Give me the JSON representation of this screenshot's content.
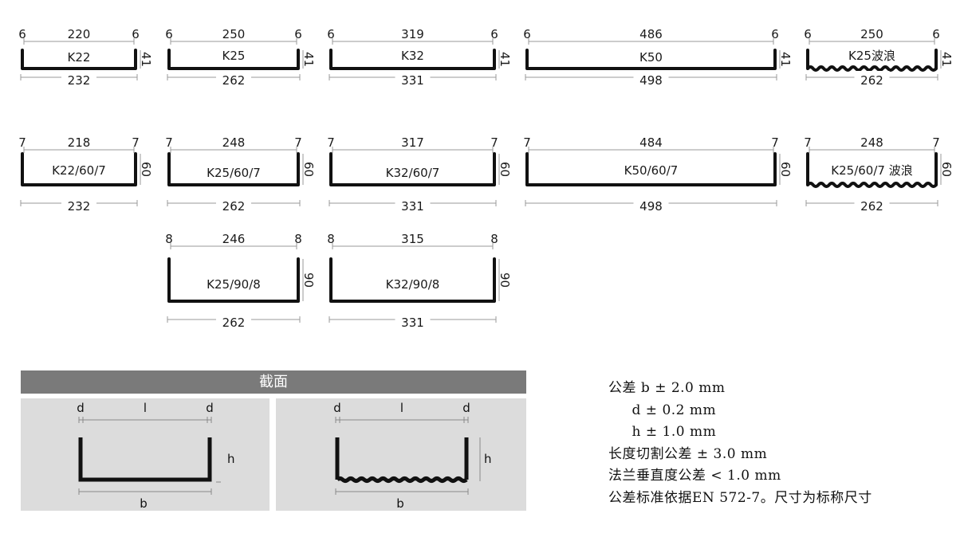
{
  "profiles": [
    {
      "name": "K22",
      "flange_left": "6",
      "flange_right": "6",
      "inner": "220",
      "outer": "232",
      "height": "41",
      "wavy": false
    },
    {
      "name": "K25",
      "flange_left": "6",
      "flange_right": "6",
      "inner": "250",
      "outer": "262",
      "height": "41",
      "wavy": false
    },
    {
      "name": "K32",
      "flange_left": "6",
      "flange_right": "6",
      "inner": "319",
      "outer": "331",
      "height": "41",
      "wavy": false
    },
    {
      "name": "K50",
      "flange_left": "6",
      "flange_right": "6",
      "inner": "486",
      "outer": "498",
      "height": "41",
      "wavy": false
    },
    {
      "name": "K25波浪",
      "flange_left": "6",
      "flange_right": "6",
      "inner": "250",
      "outer": "262",
      "height": "41",
      "wavy": true
    },
    {
      "name": "K22/60/7",
      "flange_left": "7",
      "flange_right": "7",
      "inner": "218",
      "outer": "232",
      "height": "60",
      "wavy": false
    },
    {
      "name": "K25/60/7",
      "flange_left": "7",
      "flange_right": "7",
      "inner": "248",
      "outer": "262",
      "height": "60",
      "wavy": false
    },
    {
      "name": "K32/60/7",
      "flange_left": "7",
      "flange_right": "7",
      "inner": "317",
      "outer": "331",
      "height": "60",
      "wavy": false
    },
    {
      "name": "K50/60/7",
      "flange_left": "7",
      "flange_right": "7",
      "inner": "484",
      "outer": "498",
      "height": "60",
      "wavy": false
    },
    {
      "name": "K25/60/7 波浪",
      "flange_left": "7",
      "flange_right": "7",
      "inner": "248",
      "outer": "262",
      "height": "60",
      "wavy": true
    },
    {
      "name": "K25/90/8",
      "flange_left": "8",
      "flange_right": "8",
      "inner": "246",
      "outer": "262",
      "height": "90",
      "wavy": false
    },
    {
      "name": "K32/90/8",
      "flange_left": "8",
      "flange_right": "8",
      "inner": "315",
      "outer": "331",
      "height": "90",
      "wavy": false
    }
  ],
  "section": {
    "title": "截面",
    "symbols": {
      "d": "d",
      "l": "l",
      "h": "h",
      "b": "b"
    }
  },
  "tolerances": {
    "line1": "公差 b ± 2.0 mm",
    "line2": "     d ± 0.2 mm",
    "line3": "     h ± 1.0 mm",
    "line4": "长度切割公差 ± 3.0 mm",
    "line5": "法兰垂直度公差 < 1.0 mm",
    "line6": "公差标准依据EN 572-7。尺寸为标称尺寸"
  }
}
